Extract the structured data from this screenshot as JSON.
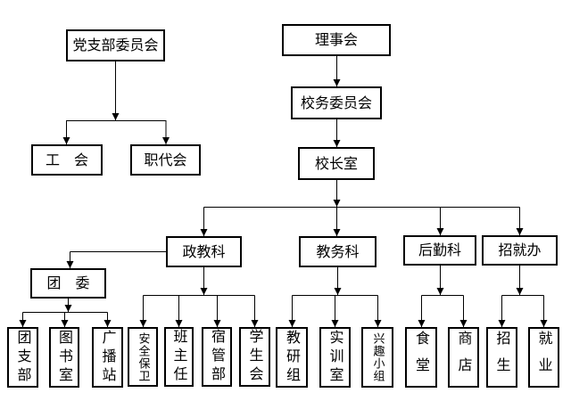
{
  "diagram": {
    "type": "org-chart",
    "background": "#ffffff",
    "line_color": "#000000",
    "box_border_color": "#000000",
    "text_color": "#000000"
  },
  "nodes": {
    "party_committee": {
      "label": "党支部委员会"
    },
    "labor_union": {
      "label": "工　会"
    },
    "workers_congress": {
      "label": "职代会"
    },
    "board": {
      "label": "理事会"
    },
    "school_affairs": {
      "label": "校务委员会"
    },
    "principal_office": {
      "label": "校长室"
    },
    "political_edu": {
      "label": "政教科"
    },
    "academic_affairs": {
      "label": "教务科"
    },
    "logistics": {
      "label": "后勤科"
    },
    "recruitment_office": {
      "label": "招就办"
    },
    "youth_league": {
      "label": "团　委"
    },
    "league_branch": {
      "label": "团支部"
    },
    "library": {
      "label": "图书室"
    },
    "broadcast_station": {
      "label": "广播站"
    },
    "security": {
      "label": "安全保卫"
    },
    "class_teachers": {
      "label": "班主任"
    },
    "dorm_management": {
      "label": "宿管部"
    },
    "student_union": {
      "label": "学生会"
    },
    "teaching_research": {
      "label": "教研组"
    },
    "training_room": {
      "label": "实训室"
    },
    "interest_groups": {
      "label": "兴趣小组"
    },
    "canteen": {
      "label": "食堂"
    },
    "shop": {
      "label": "商店"
    },
    "enrollment": {
      "label": "招生"
    },
    "employment": {
      "label": "就业"
    }
  },
  "edges": [
    {
      "from": "党支部委员会",
      "to": [
        "工会",
        "职代会"
      ]
    },
    {
      "from": "理事会",
      "to": [
        "校务委员会"
      ]
    },
    {
      "from": "校务委员会",
      "to": [
        "校长室"
      ]
    },
    {
      "from": "校长室",
      "to": [
        "政教科",
        "教务科",
        "后勤科",
        "招就办"
      ]
    },
    {
      "from": "政教科",
      "to": [
        "团委",
        "安全保卫",
        "班主任",
        "宿管部",
        "学生会"
      ]
    },
    {
      "from": "团委",
      "to": [
        "团支部",
        "图书室",
        "广播站"
      ]
    },
    {
      "from": "教务科",
      "to": [
        "教研组",
        "实训室",
        "兴趣小组"
      ]
    },
    {
      "from": "后勤科",
      "to": [
        "食堂",
        "商店"
      ]
    },
    {
      "from": "招就办",
      "to": [
        "招生",
        "就业"
      ]
    }
  ]
}
